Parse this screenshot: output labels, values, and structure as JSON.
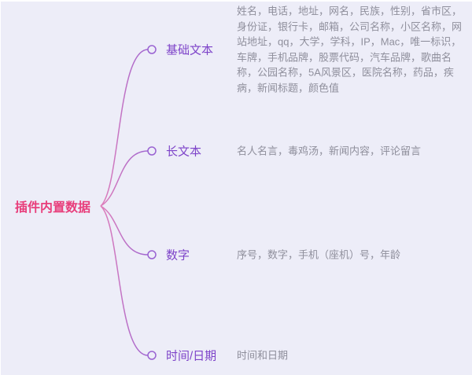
{
  "root": {
    "label": "插件内置数据"
  },
  "branches": [
    {
      "id": "basic-text",
      "label": "基础文本",
      "description": "姓名，电话，地址，网名，民族，性别，省市区，身份证，银行卡，邮箱，公司名称，小区名称，网站地址，qq，大学，学科，IP，Mac，唯一标识，车牌，手机品牌，股票代码，汽车品牌，歌曲名称，公园名称，5A风景区，医院名称，药品，疾病，新闻标题，颜色值"
    },
    {
      "id": "long-text",
      "label": "长文本",
      "description": "名人名言，毒鸡汤，新闻内容，评论留言"
    },
    {
      "id": "number",
      "label": "数字",
      "description": "序号，数字，手机（座机）号，年龄"
    },
    {
      "id": "time-date",
      "label": "时间/日期",
      "description": "时间和日期"
    }
  ],
  "colors": {
    "bg": "#ededf8",
    "rootText": "#e83e7b",
    "branchText": "#7e44c9",
    "descText": "#8f8f9c",
    "circleStroke": "#9a63d2",
    "curveStart": "#e07fba",
    "curveEnd": "#9a63d2"
  }
}
